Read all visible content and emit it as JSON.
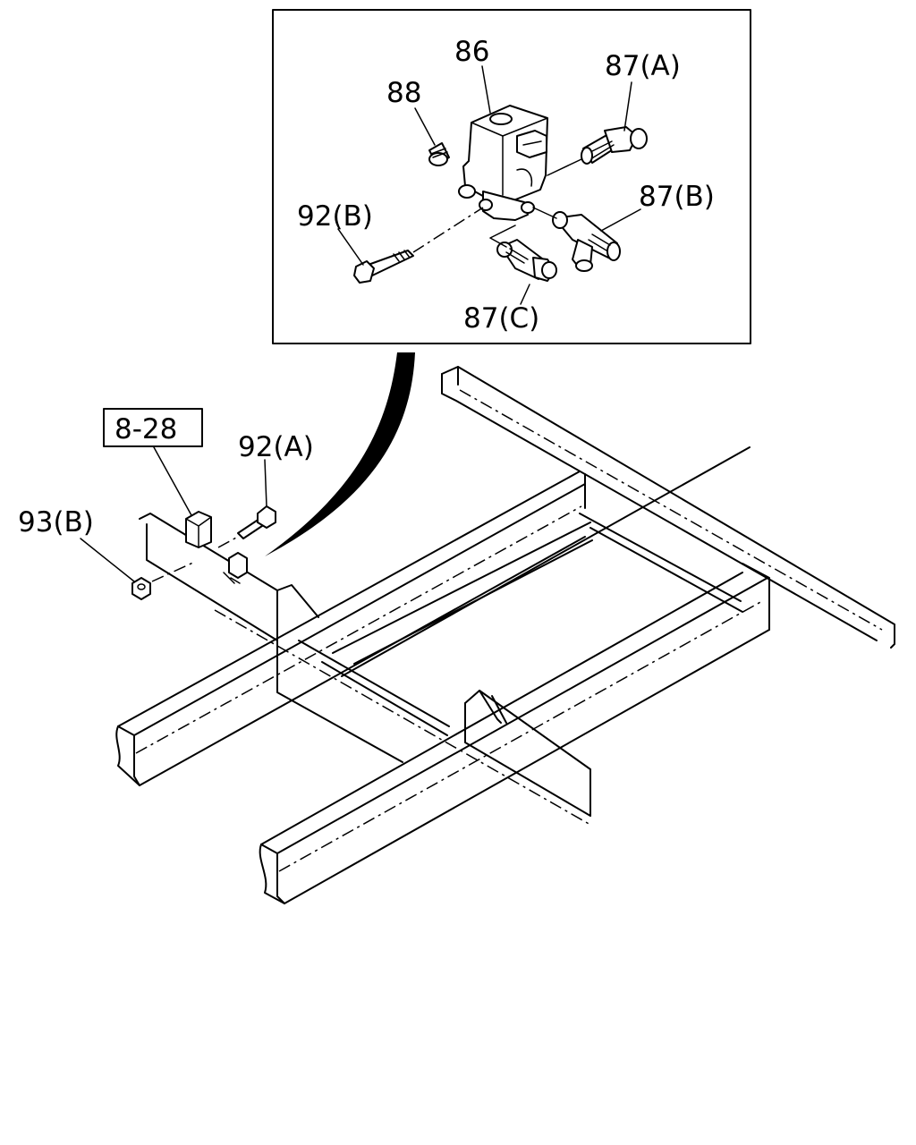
{
  "labels": {
    "valve": "86",
    "plug": "88",
    "fitting_a": "87(A)",
    "fitting_b": "87(B)",
    "fitting_c": "87(C)",
    "bolt_b": "92(B)",
    "bolt_a": "92(A)",
    "nut_b": "93(B)",
    "ref_box": "8-28"
  }
}
